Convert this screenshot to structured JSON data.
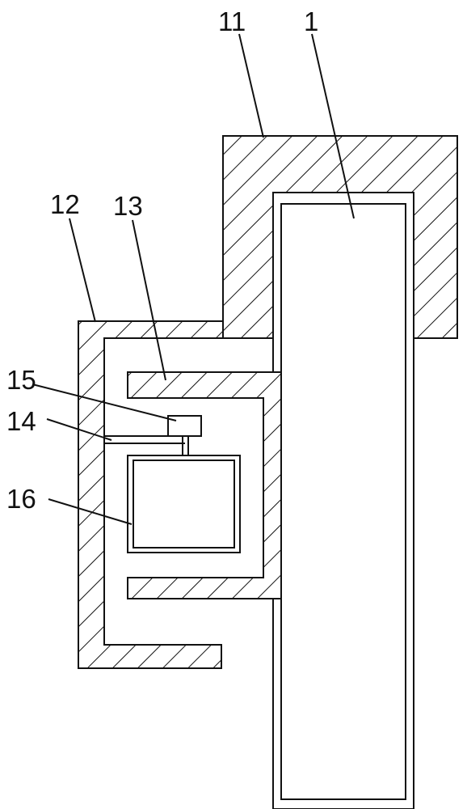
{
  "labels": {
    "part_1": "1",
    "part_11": "11",
    "part_12": "12",
    "part_13": "13",
    "part_14": "14",
    "part_15": "15",
    "part_16": "16"
  },
  "colors": {
    "line": "#111111",
    "background": "#ffffff"
  }
}
